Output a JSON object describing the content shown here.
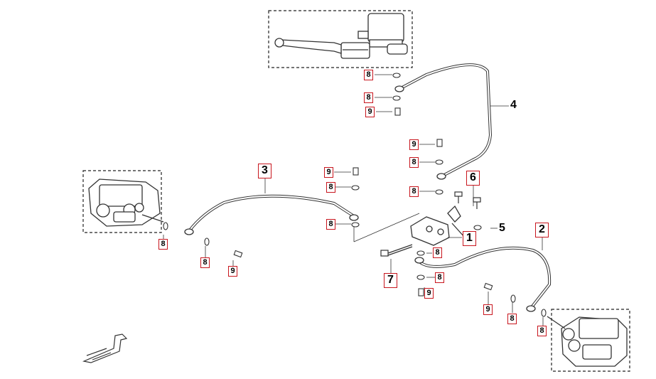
{
  "callouts": {
    "c1": "1",
    "c2": "2",
    "c3": "3",
    "c4": "4",
    "c5": "5",
    "c6": "6",
    "c7": "7",
    "e8a": "8",
    "e8b": "8",
    "e8c": "8",
    "e8d": "8",
    "e8e": "8",
    "e8f": "8",
    "e8g": "8",
    "e8h": "8",
    "e8i": "8",
    "e8j": "8",
    "e8k": "8",
    "e8l": "8",
    "e9a": "9",
    "e9b": "9",
    "e9c": "9",
    "e9d": "9",
    "e9e": "9",
    "e9f": "9"
  },
  "colors": {
    "line": "#333333",
    "callout_border": "#c8161e",
    "dash": "#222222"
  }
}
